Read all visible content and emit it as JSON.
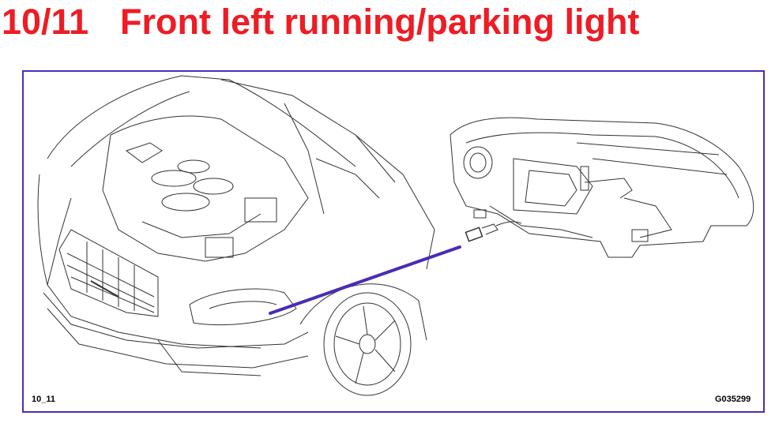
{
  "header": {
    "number": "10/11",
    "title": "Front left running/parking light"
  },
  "figure": {
    "ref_left": "10_11",
    "ref_right": "G035299",
    "border_color": "#4b2bb5",
    "pointer_color": "#4b2bb5",
    "title_color": "#ee1c24"
  }
}
